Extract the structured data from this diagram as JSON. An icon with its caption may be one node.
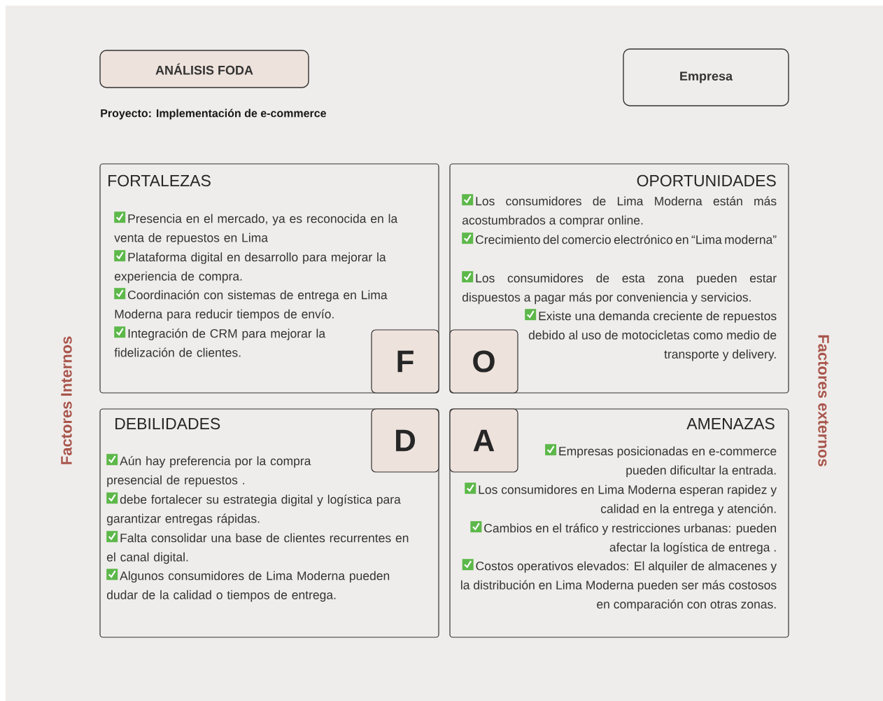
{
  "diagram": {
    "nodes": [
      {
        "text": [
          "ANÁLISIS FODA"
        ]
      },
      {
        "text": [
          "Empresa"
        ]
      },
      {
        "text": [
          "FORTALEZAS",
          "Presencia en el mercado, ya es reconocida en la venta de repuestos en Lima",
          "Plataforma digital en desarrollo para mejorar la experiencia de compra.",
          "Coordinación con sistemas de entrega en Lima Moderna para reducir tiempos de envío.",
          "Integración de CRM para mejorar la fidelización de clientes."
        ]
      },
      {
        "text": [
          "F"
        ],
        "in": 2
      },
      {
        "text": [
          "OPORTUNIDADES",
          "Los consumidores de Lima Moderna están más acostumbrados a comprar online.",
          "Crecimiento del comercio electrónico en “Lima moderna”",
          "Los consumidores de esta zona pueden estar dispuestos a pagar más por conveniencia y servicios.",
          "Existe una demanda creciente de repuestos debido al uso de motocicletas como medio de transporte y delivery."
        ]
      },
      {
        "text": [
          "O"
        ],
        "in": 4
      },
      {
        "text": [
          "DEBILIDADES",
          "Aún hay preferencia por la compra presencial de repuestos .",
          "debe fortalecer su estrategia digital y logística para garantizar entregas rápidas.",
          "Falta consolidar una base de clientes recurrentes en el canal digital.",
          "Algunos consumidores de Lima Moderna pueden dudar de la calidad o tiempos de entrega."
        ]
      },
      {
        "text": [
          "D"
        ],
        "in": 6
      },
      {
        "text": [
          "AMENAZAS",
          "Empresas posicionadas en e-commerce pueden dificultar la entrada.",
          "Los consumidores en Lima Moderna esperan rapidez y calidad en la entrega y atención.",
          "Cambios en el tráfico y restricciones urbanas: pueden afectar la logística de entrega .",
          "Costos operativos elevados: El alquiler de almacenes y la distribución en Lima Moderna pueden ser más costosos en comparación con otras zonas."
        ]
      },
      {
        "text": [
          "A"
        ],
        "in": 8
      }
    ],
    "labels": [
      "Proyecto:  Implementación de e-commerce",
      "Factores Internos",
      "Factores externos"
    ]
  }
}
